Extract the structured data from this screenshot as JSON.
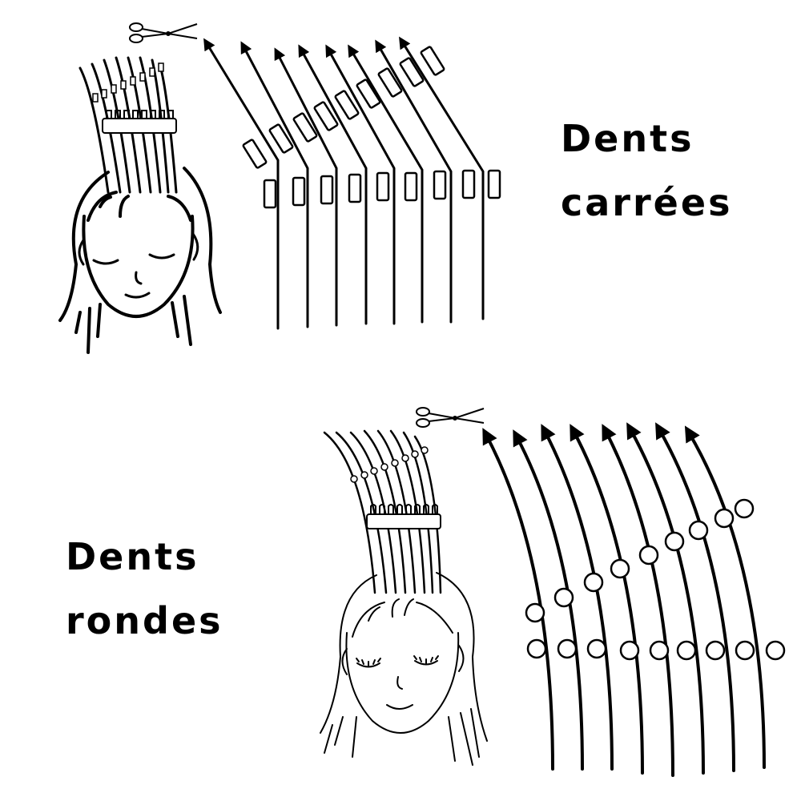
{
  "colors": {
    "ink": "#000000",
    "background": "#ffffff"
  },
  "icons": {
    "cutting_tool": "scissors-icon",
    "comb": "comb-icon"
  },
  "panels": {
    "square_teeth": {
      "label_line1": "Dents",
      "label_line2": "carrées",
      "tooth_shape": "rectangle",
      "strand_count": 8
    },
    "round_teeth": {
      "label_line1": "Dents",
      "label_line2": "rondes",
      "tooth_shape": "circle",
      "strand_count": 8
    }
  }
}
